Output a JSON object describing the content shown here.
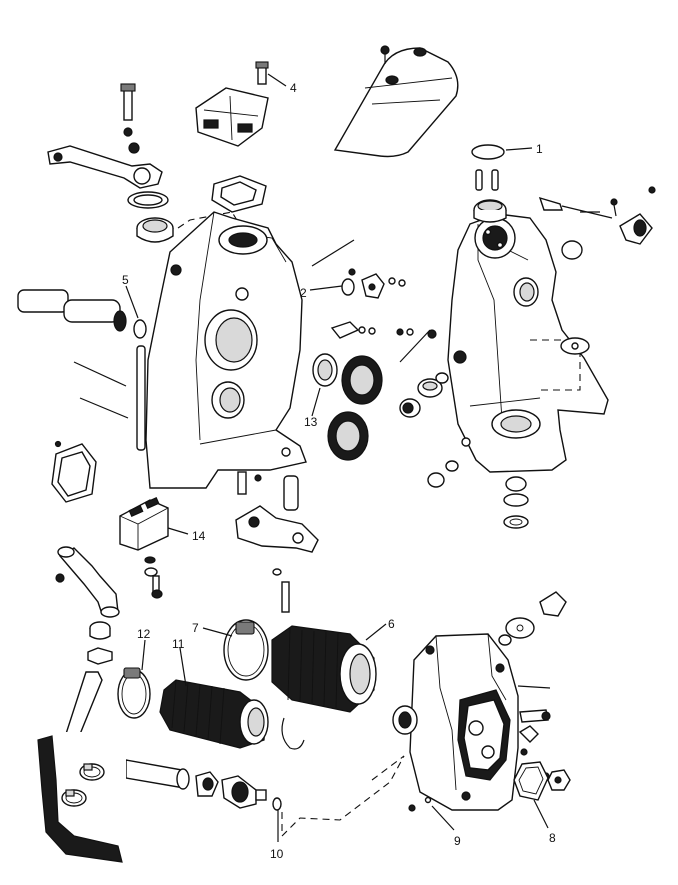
{
  "callouts": [
    {
      "id": "1",
      "label": "1"
    },
    {
      "id": "2",
      "label": "2"
    },
    {
      "id": "4",
      "label": "4"
    },
    {
      "id": "5",
      "label": "5"
    },
    {
      "id": "6",
      "label": "6"
    },
    {
      "id": "7",
      "label": "7"
    },
    {
      "id": "8",
      "label": "8"
    },
    {
      "id": "9",
      "label": "9"
    },
    {
      "id": "10",
      "label": "10"
    },
    {
      "id": "11",
      "label": "11"
    },
    {
      "id": "12",
      "label": "12"
    },
    {
      "id": "13",
      "label": "13"
    },
    {
      "id": "14",
      "label": "14"
    }
  ],
  "colors": {
    "line": "#111111",
    "background": "#ffffff",
    "shade_dark": "#1a1a1a",
    "shade_mid": "#7a7a7a",
    "shade_light": "#d9d9d9"
  }
}
